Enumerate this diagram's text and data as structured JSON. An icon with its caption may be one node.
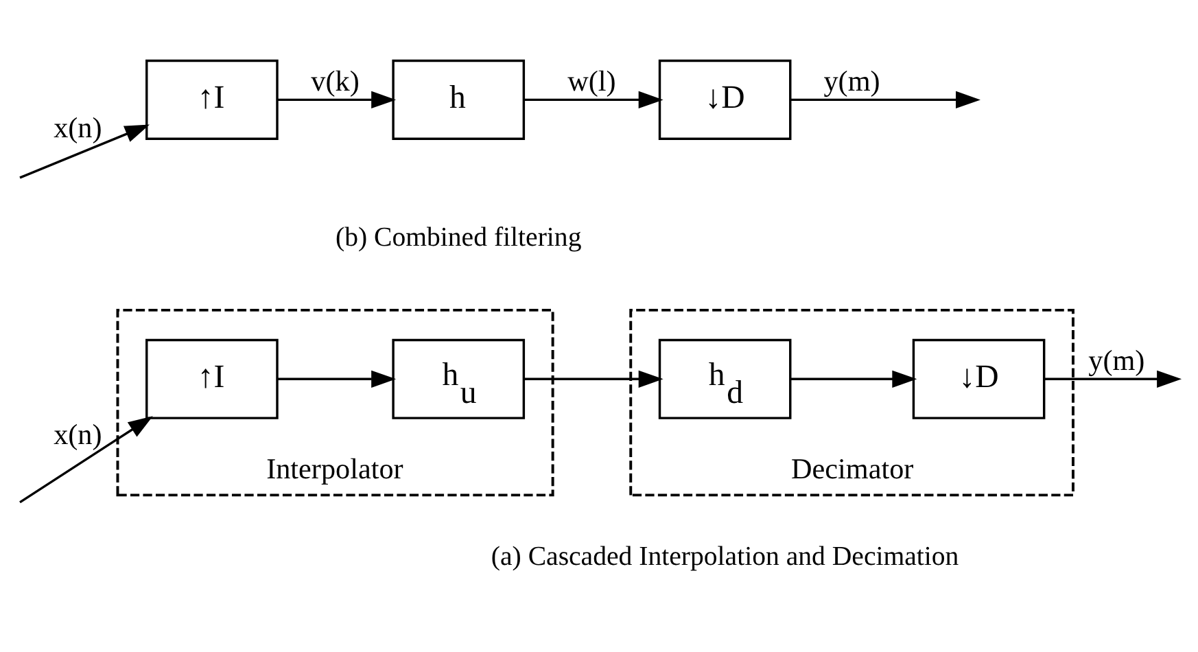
{
  "diagram": {
    "nodes": [
      {
        "text": [
          "Interpolator"
        ]
      },
      {
        "text": [
          "↑I"
        ],
        "in": 0
      },
      {
        "text": [
          "h$_{u}$"
        ],
        "in": 0
      },
      {
        "text": [
          "Decimator"
        ]
      },
      {
        "text": [
          "h$_{d}$"
        ],
        "in": 3
      },
      {
        "text": [
          "↓D"
        ],
        "in": 3
      },
      {
        "text": [
          "↑I"
        ]
      },
      {
        "text": [
          "h"
        ]
      },
      {
        "text": [
          "↓D"
        ]
      }
    ],
    "edges": [
      {
        "from": null,
        "to": 1,
        "arrow": "to",
        "label": "x(n)"
      },
      {
        "from": 1,
        "to": 2,
        "arrow": "to"
      },
      {
        "from": 2,
        "to": 4,
        "arrow": "to"
      },
      {
        "from": 4,
        "to": 5,
        "arrow": "to"
      },
      {
        "from": 5,
        "to": null,
        "arrow": "to",
        "label": "y(m)"
      },
      {
        "from": null,
        "to": 6,
        "arrow": "to",
        "label": "x(n)"
      },
      {
        "from": 6,
        "to": 7,
        "arrow": "to",
        "label": "v(k)"
      },
      {
        "from": 7,
        "to": 8,
        "arrow": "to",
        "label": "w(l)"
      },
      {
        "from": 8,
        "to": null,
        "arrow": "to",
        "label": "y(m)"
      }
    ],
    "labels": [
      "(a) Cascaded Interpolation and Decimation",
      "(b) Combined filtering"
    ]
  }
}
